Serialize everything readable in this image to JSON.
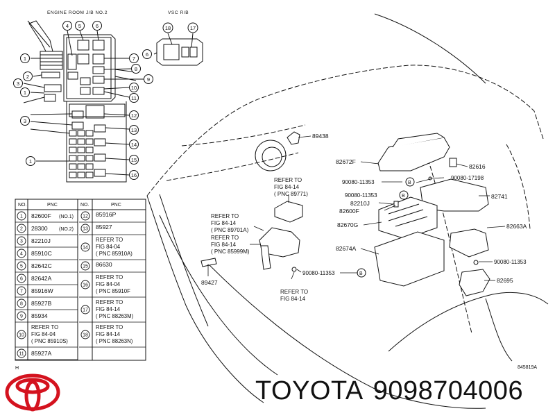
{
  "diagram": {
    "jb_title": "ENGINE ROOM J/B NO.2",
    "vsc_title": "VSC R/B",
    "callouts_left": [
      "1",
      "2",
      "3",
      "4",
      "5",
      "6",
      "7",
      "8",
      "9",
      "10",
      "11",
      "12",
      "13",
      "14",
      "15",
      "16"
    ],
    "vsc_callouts": [
      "18",
      "17",
      "6"
    ],
    "table_headers": [
      "NO.",
      "PNC",
      "NO.",
      "PNC"
    ],
    "table_left": [
      {
        "no": "1",
        "pnc": "82600F",
        "note": "(NO.1)"
      },
      {
        "no": "2",
        "pnc": "28300",
        "note": "(NO.2)"
      },
      {
        "no": "3",
        "pnc": "82210J",
        "note": ""
      },
      {
        "no": "4",
        "pnc": "85910C",
        "note": ""
      },
      {
        "no": "5",
        "pnc": "82642C",
        "note": ""
      },
      {
        "no": "6",
        "pnc": "82642A",
        "note": ""
      },
      {
        "no": "7",
        "pnc": "85916W",
        "note": ""
      },
      {
        "no": "8",
        "pnc": "85927B",
        "note": ""
      },
      {
        "no": "9",
        "pnc": "85934",
        "note": ""
      },
      {
        "no": "10",
        "lines": [
          "REFER TO",
          "FIG 84-04",
          "( PNC 85910S)"
        ]
      },
      {
        "no": "11",
        "pnc": "85927A",
        "note": ""
      }
    ],
    "table_right": [
      {
        "no": "12",
        "lines": [
          "85916P"
        ]
      },
      {
        "no": "13",
        "lines": [
          "85927"
        ]
      },
      {
        "no": "14",
        "lines": [
          "REFER TO",
          "FIG 84-04",
          "( PNC 85910A)"
        ]
      },
      {
        "no": "15",
        "lines": [
          "86630"
        ]
      },
      {
        "no": "16",
        "lines": [
          "REFER TO",
          "FIG 84-04",
          "( PNC 85910F"
        ]
      },
      {
        "no": "17",
        "lines": [
          "REFER TO",
          "FIG 84-14",
          "( PNC 88263M)"
        ]
      },
      {
        "no": "18",
        "lines": [
          "REFER TO",
          "FIG 84-14",
          "( PNC 88263N)"
        ]
      }
    ],
    "table_footer": "H",
    "parts": {
      "p89438": "89438",
      "p82672F": "82672F",
      "p82616": "82616",
      "p90080_17198": "90080-17198",
      "p90080_11353_a": "90080-11353",
      "p82741": "82741",
      "p82210J": "82210J",
      "p82600F": "82600F",
      "p82670G": "82670G",
      "p82663A": "82663A",
      "p82674A": "82674A",
      "p90080_11353_b": "90080-11353",
      "p90080_11353_c": "90080-11353",
      "p82695": "82695",
      "p89427": "89427",
      "b": "B"
    },
    "refer_89771": [
      "REFER TO",
      "FIG 84-14",
      "( PNC 89771)"
    ],
    "refer_89701A": [
      "REFER TO",
      "FIG 84-14",
      "( PNC 89701A)"
    ],
    "refer_85999M": [
      "REFER TO",
      "FIG 84-14",
      "( PNC 85999M)"
    ],
    "refer_fig8414": [
      "REFER TO",
      "FIG 84-14"
    ],
    "figure_code": "845819A"
  },
  "brand": {
    "name": "TOYOTA",
    "part_number": "9098704006",
    "logo_color": "#d4121e"
  }
}
